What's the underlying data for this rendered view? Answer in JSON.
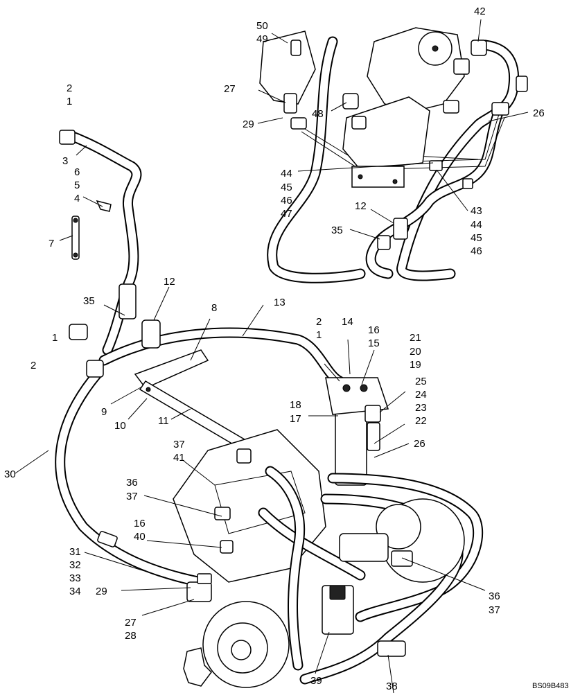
{
  "drawing_ref": "BS09B483",
  "callouts": [
    {
      "id": "c-2a",
      "text": "2"
    },
    {
      "id": "c-1a",
      "text": "1"
    },
    {
      "id": "c-3",
      "text": "3"
    },
    {
      "id": "c-6",
      "text": "6"
    },
    {
      "id": "c-5",
      "text": "5"
    },
    {
      "id": "c-4",
      "text": "4"
    },
    {
      "id": "c-7",
      "text": "7"
    },
    {
      "id": "c-35a",
      "text": "35"
    },
    {
      "id": "c-12a",
      "text": "12"
    },
    {
      "id": "c-1b",
      "text": "1"
    },
    {
      "id": "c-2b",
      "text": "2"
    },
    {
      "id": "c-8",
      "text": "8"
    },
    {
      "id": "c-13",
      "text": "13"
    },
    {
      "id": "c-9",
      "text": "9"
    },
    {
      "id": "c-10",
      "text": "10"
    },
    {
      "id": "c-11",
      "text": "11"
    },
    {
      "id": "c-30",
      "text": "30"
    },
    {
      "id": "c-2c",
      "text": "2"
    },
    {
      "id": "c-1c",
      "text": "1"
    },
    {
      "id": "c-14",
      "text": "14"
    },
    {
      "id": "c-16a",
      "text": "16"
    },
    {
      "id": "c-15",
      "text": "15"
    },
    {
      "id": "c-21",
      "text": "21"
    },
    {
      "id": "c-20",
      "text": "20"
    },
    {
      "id": "c-19",
      "text": "19"
    },
    {
      "id": "c-25",
      "text": "25"
    },
    {
      "id": "c-24",
      "text": "24"
    },
    {
      "id": "c-23",
      "text": "23"
    },
    {
      "id": "c-22",
      "text": "22"
    },
    {
      "id": "c-18",
      "text": "18"
    },
    {
      "id": "c-17",
      "text": "17"
    },
    {
      "id": "c-26b",
      "text": "26"
    },
    {
      "id": "c-37a",
      "text": "37"
    },
    {
      "id": "c-41",
      "text": "41"
    },
    {
      "id": "c-36a",
      "text": "36"
    },
    {
      "id": "c-37b",
      "text": "37"
    },
    {
      "id": "c-16b",
      "text": "16"
    },
    {
      "id": "c-40",
      "text": "40"
    },
    {
      "id": "c-31",
      "text": "31"
    },
    {
      "id": "c-32",
      "text": "32"
    },
    {
      "id": "c-33",
      "text": "33"
    },
    {
      "id": "c-34",
      "text": "34"
    },
    {
      "id": "c-29b",
      "text": "29"
    },
    {
      "id": "c-27b",
      "text": "27"
    },
    {
      "id": "c-28",
      "text": "28"
    },
    {
      "id": "c-39",
      "text": "39"
    },
    {
      "id": "c-38",
      "text": "38"
    },
    {
      "id": "c-36b",
      "text": "36"
    },
    {
      "id": "c-37c",
      "text": "37"
    },
    {
      "id": "c-50",
      "text": "50"
    },
    {
      "id": "c-49",
      "text": "49"
    },
    {
      "id": "c-42",
      "text": "42"
    },
    {
      "id": "c-27a",
      "text": "27"
    },
    {
      "id": "c-29a",
      "text": "29"
    },
    {
      "id": "c-48",
      "text": "48"
    },
    {
      "id": "c-26a",
      "text": "26"
    },
    {
      "id": "c-44a",
      "text": "44"
    },
    {
      "id": "c-45a",
      "text": "45"
    },
    {
      "id": "c-46a",
      "text": "46"
    },
    {
      "id": "c-47",
      "text": "47"
    },
    {
      "id": "c-12b",
      "text": "12"
    },
    {
      "id": "c-35b",
      "text": "35"
    },
    {
      "id": "c-43",
      "text": "43"
    },
    {
      "id": "c-44b",
      "text": "44"
    },
    {
      "id": "c-45b",
      "text": "45"
    },
    {
      "id": "c-46b",
      "text": "46"
    }
  ]
}
